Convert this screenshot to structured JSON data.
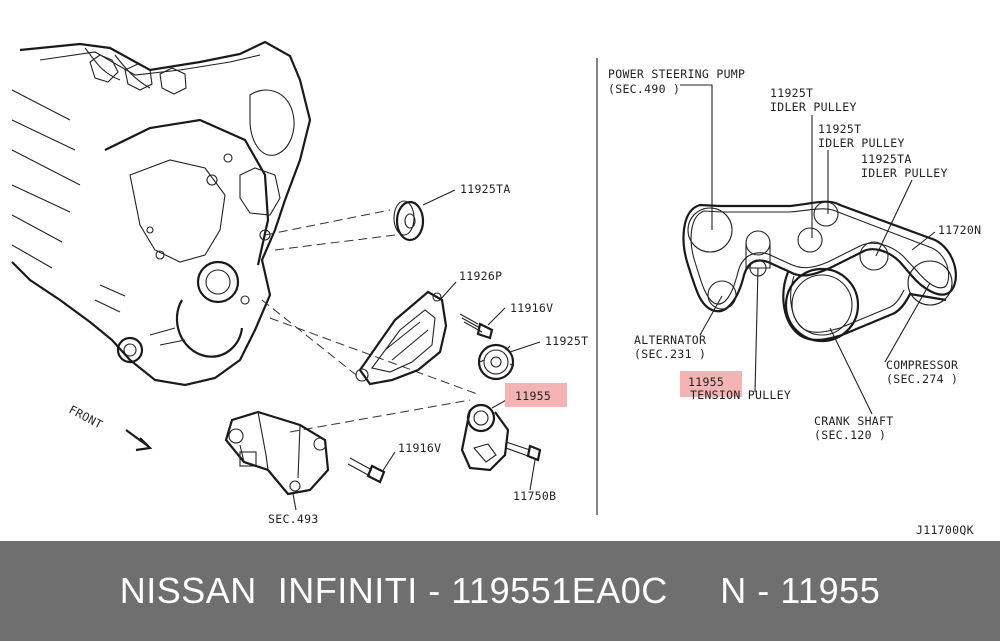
{
  "diagram": {
    "left_labels": {
      "p11925ta": "11925TA",
      "p11926p": "11926P",
      "p11916v_a": "11916V",
      "p11925t": "11925T",
      "p11955": "11955",
      "p11916v_b": "11916V",
      "p11750b": "11750B",
      "sec493": "SEC.493",
      "front": "FRONT"
    },
    "right_labels": {
      "ps_pump": "POWER STEERING PUMP",
      "ps_sec": "(SEC.490 )",
      "idler1_code": "11925T",
      "idler1_name": "IDLER PULLEY",
      "idler2_code": "11925T",
      "idler2_name": "IDLER PULLEY",
      "idler3_code": "11925TA",
      "idler3_name": "IDLER PULLEY",
      "belt": "11720N",
      "alternator": "ALTERNATOR",
      "alt_sec": "(SEC.231 )",
      "tension_code": "11955",
      "tension_name": "TENSION PULLEY",
      "compressor": "COMPRESSOR",
      "comp_sec": "(SEC.274 )",
      "crank": "CRANK SHAFT",
      "crank_sec": "(SEC.120 )"
    },
    "diagram_code": "J11700QK",
    "highlight_color": "#f4b4b4"
  },
  "footer": {
    "text": "NISSAN  INFINITI - 119551EA0C     N - 11955",
    "background": "#6f6f6f",
    "text_color": "#ffffff"
  }
}
